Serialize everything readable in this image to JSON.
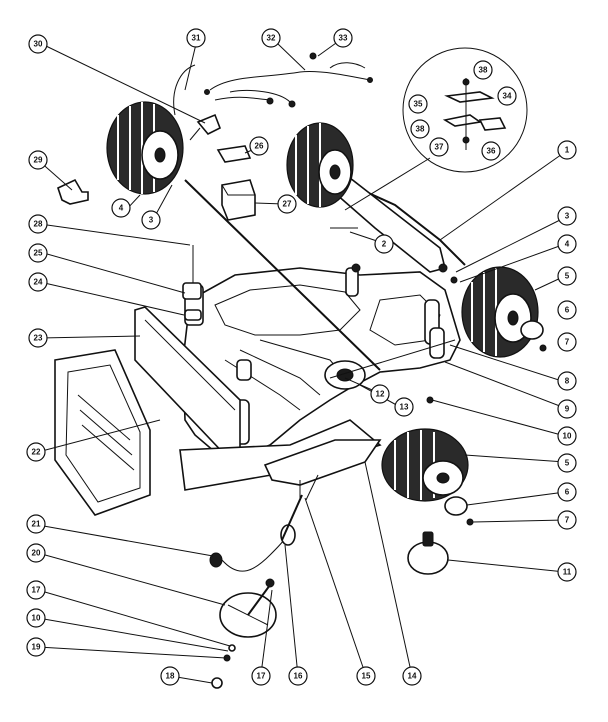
{
  "callouts": [
    {
      "id": "c30",
      "label": "30"
    },
    {
      "id": "c31",
      "label": "31"
    },
    {
      "id": "c32",
      "label": "32"
    },
    {
      "id": "c33",
      "label": "33"
    },
    {
      "id": "c38a",
      "label": "38"
    },
    {
      "id": "c35a",
      "label": "35"
    },
    {
      "id": "c34",
      "label": "34"
    },
    {
      "id": "c38b",
      "label": "38"
    },
    {
      "id": "c37",
      "label": "37"
    },
    {
      "id": "c36",
      "label": "36"
    },
    {
      "id": "c29",
      "label": "29"
    },
    {
      "id": "c26",
      "label": "26"
    },
    {
      "id": "c27",
      "label": "27"
    },
    {
      "id": "c4a",
      "label": "4"
    },
    {
      "id": "c3a",
      "label": "3"
    },
    {
      "id": "c1",
      "label": "1"
    },
    {
      "id": "c28",
      "label": "28"
    },
    {
      "id": "c2",
      "label": "2"
    },
    {
      "id": "c3b",
      "label": "3"
    },
    {
      "id": "c4b",
      "label": "4"
    },
    {
      "id": "c5a",
      "label": "5"
    },
    {
      "id": "c25",
      "label": "25"
    },
    {
      "id": "c6a",
      "label": "6"
    },
    {
      "id": "c24",
      "label": "24"
    },
    {
      "id": "c7a",
      "label": "7"
    },
    {
      "id": "c23",
      "label": "23"
    },
    {
      "id": "c8",
      "label": "8"
    },
    {
      "id": "c9",
      "label": "9"
    },
    {
      "id": "c12",
      "label": "12"
    },
    {
      "id": "c13",
      "label": "13"
    },
    {
      "id": "c10a",
      "label": "10"
    },
    {
      "id": "c22",
      "label": "22"
    },
    {
      "id": "c5b",
      "label": "5"
    },
    {
      "id": "c6b",
      "label": "6"
    },
    {
      "id": "c7b",
      "label": "7"
    },
    {
      "id": "c21",
      "label": "21"
    },
    {
      "id": "c11",
      "label": "11"
    },
    {
      "id": "c20",
      "label": "20"
    },
    {
      "id": "c17a",
      "label": "17"
    },
    {
      "id": "c10b",
      "label": "10"
    },
    {
      "id": "c19",
      "label": "19"
    },
    {
      "id": "c18",
      "label": "18"
    },
    {
      "id": "c17b",
      "label": "17"
    },
    {
      "id": "c16",
      "label": "16"
    },
    {
      "id": "c15",
      "label": "15"
    },
    {
      "id": "c14",
      "label": "14"
    }
  ]
}
